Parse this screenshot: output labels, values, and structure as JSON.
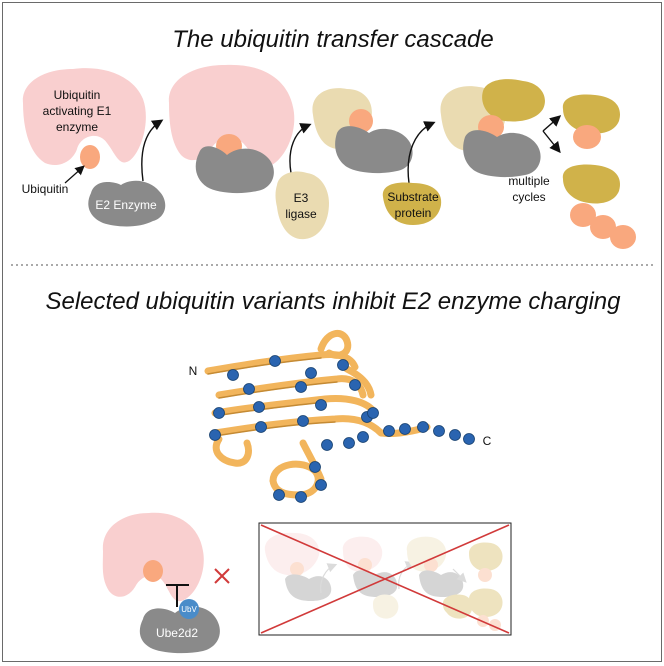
{
  "cascade": {
    "title": "The ubiquitin transfer cascade",
    "e1_label": [
      "Ubiquitin",
      "activating E1",
      "enzyme"
    ],
    "ubiquitin_label": "Ubiquitin",
    "e2_label": "E2 Enzyme",
    "e3_label": [
      "E3",
      "ligase"
    ],
    "substrate_label": [
      "Substrate",
      "protein"
    ],
    "cycles_label": [
      "multiple",
      "cycles"
    ]
  },
  "inhibition": {
    "title": "Selected ubiquitin variants inhibit E2 enzyme charging",
    "n_terminus": "N",
    "c_terminus": "C",
    "ubv_label": "UbV",
    "ube2d2_label": "Ube2d2"
  },
  "colors": {
    "e1": "#f9cfcf",
    "ubiquitin": "#f9a87e",
    "e2": "#8a8a8a",
    "e3": "#eadbb1",
    "substrate": "#d0b24a",
    "ribbon": "#f2b55c",
    "sphere": "#2a64b0",
    "ubv": "#4a8cc9",
    "cross": "#d13a3a"
  }
}
